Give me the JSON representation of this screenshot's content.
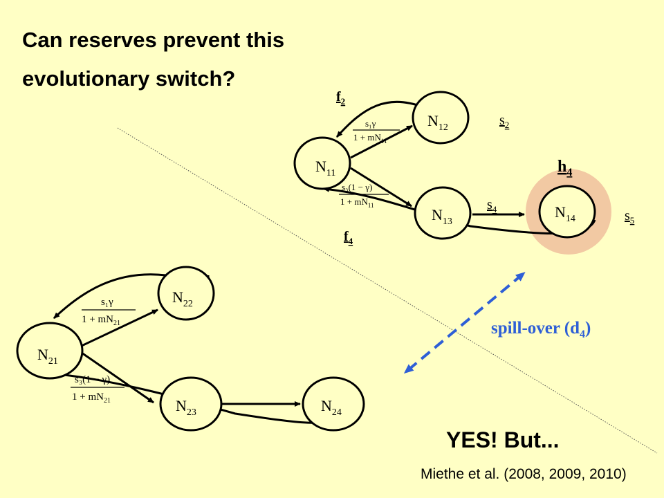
{
  "title": {
    "line1": "Can reserves prevent this",
    "line2": "evolutionary switch?"
  },
  "conclusion": "YES! But...",
  "citation": "Miethe et al. (2008, 2009, 2010)",
  "spillover": {
    "label": "spill-over (d",
    "sub": "4",
    "close": ")"
  },
  "colors": {
    "background": "#FFFFC5",
    "highlight": "#F2C9A3",
    "spillover": "#2E5FD6",
    "stroke": "#000000"
  },
  "network1": {
    "nodes": [
      {
        "base": "N",
        "sub": "11"
      },
      {
        "base": "N",
        "sub": "12"
      },
      {
        "base": "N",
        "sub": "13"
      },
      {
        "base": "N",
        "sub": "14"
      }
    ],
    "labels": {
      "f2": {
        "base": "f",
        "sub": "2"
      },
      "f4": {
        "base": "f",
        "sub": "4"
      },
      "s2": {
        "base": "s",
        "sub": "2"
      },
      "s4": {
        "base": "s",
        "sub": "4"
      },
      "s5": {
        "base": "s",
        "sub": "5"
      },
      "h4": {
        "base": "h",
        "sub": "4"
      }
    },
    "formula_top": {
      "num": "s₁γ",
      "den": "1 + mN",
      "den_sub": "11"
    },
    "formula_bottom": {
      "num": "s₃(1 − γ)",
      "den": "1 + mN",
      "den_sub": "11"
    }
  },
  "network2": {
    "nodes": [
      {
        "base": "N",
        "sub": "21"
      },
      {
        "base": "N",
        "sub": "22"
      },
      {
        "base": "N",
        "sub": "23"
      },
      {
        "base": "N",
        "sub": "24"
      }
    ],
    "formula_top": {
      "num": "s₁γ",
      "den": "1 + mN",
      "den_sub": "21"
    },
    "formula_bottom": {
      "num": "s₃(1 − γ)",
      "den": "1 + mN",
      "den_sub": "21"
    }
  }
}
